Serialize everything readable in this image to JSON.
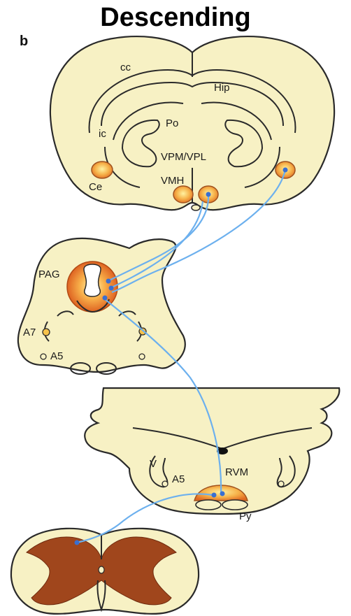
{
  "title": "Descending",
  "panel_letter": "b",
  "brain_section": {
    "labels": {
      "cc": "cc",
      "hip": "Hip",
      "po": "Po",
      "ic": "ic",
      "vpm": "VPM/VPL",
      "ce": "Ce",
      "vmh": "VMH"
    }
  },
  "midbrain_section": {
    "labels": {
      "pag": "PAG",
      "a7": "A7",
      "a5": "A5"
    }
  },
  "medulla_section": {
    "labels": {
      "v": "V",
      "a5": "A5",
      "rvm": "RVM",
      "py": "Py"
    }
  },
  "colors": {
    "tissue": "#f7f1c4",
    "nucleus": "#f0a040",
    "pathway": "#6cb0ee",
    "grey_matter": "#a0461c"
  }
}
